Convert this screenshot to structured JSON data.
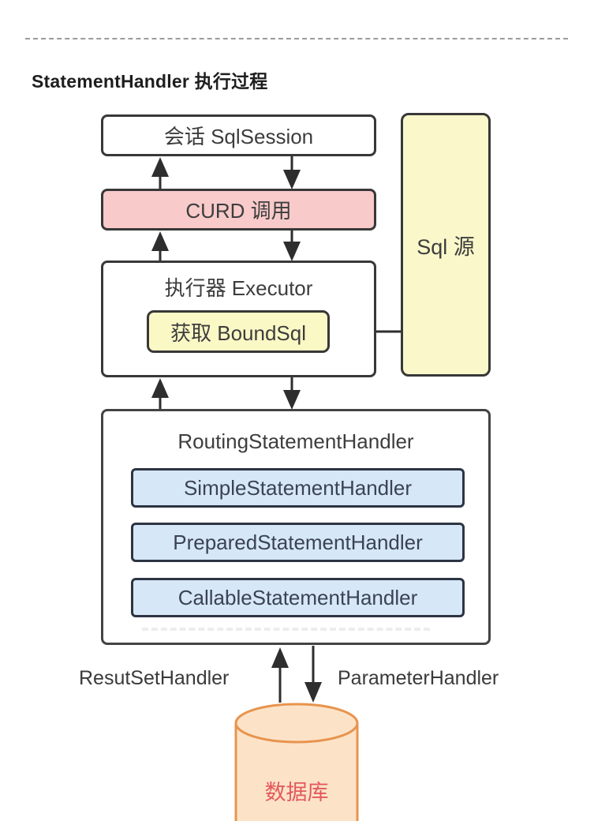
{
  "title": "StatementHandler 执行过程",
  "diagram": {
    "sqlsession": {
      "label": "会话 SqlSession"
    },
    "curd": {
      "label": "CURD 调用"
    },
    "executor": {
      "label": "执行器 Executor"
    },
    "boundsql": {
      "label": "获取 BoundSql"
    },
    "sqlsource": {
      "label": "Sql 源"
    },
    "routing": {
      "label": "RoutingStatementHandler",
      "children": [
        {
          "label": "SimpleStatementHandler"
        },
        {
          "label": "PreparedStatementHandler"
        },
        {
          "label": "CallableStatementHandler"
        }
      ]
    },
    "resultset_label": "ResutSetHandler",
    "parameter_label": "ParameterHandler",
    "database": {
      "label": "数据库"
    }
  },
  "colors": {
    "curd_fill": "#f8caca",
    "boundsql_fill": "#faf8c5",
    "sqlsource_fill": "#faf8ca",
    "handler_fill": "#d6e7f8",
    "handler_border": "#2d3442",
    "box_border": "#383838",
    "arrow": "#2e2e2e",
    "database_fill": "#fce3c8",
    "database_border": "#e8944e",
    "database_text": "#e4595c",
    "divider": "#9a9a9a"
  }
}
